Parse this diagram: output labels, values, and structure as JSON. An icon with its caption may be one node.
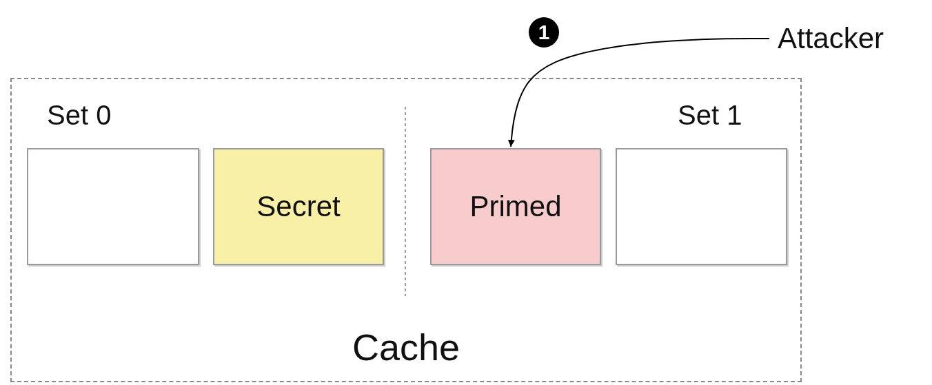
{
  "diagram": {
    "nodes": [
      {
        "text": [
          "Cache"
        ]
      },
      {
        "text": [],
        "shape": "box",
        "in": 0
      },
      {
        "text": [
          "Secret"
        ],
        "in": 0
      },
      {
        "text": [
          "Primed"
        ],
        "in": 0
      },
      {
        "text": [],
        "shape": "box",
        "in": 0
      },
      {
        "text": [
          "Attacker"
        ]
      }
    ],
    "edges": [
      {
        "from": 5,
        "to": 3,
        "arrow": "to"
      }
    ],
    "labels": [
      "1",
      "Set 0",
      "Set 1"
    ]
  }
}
